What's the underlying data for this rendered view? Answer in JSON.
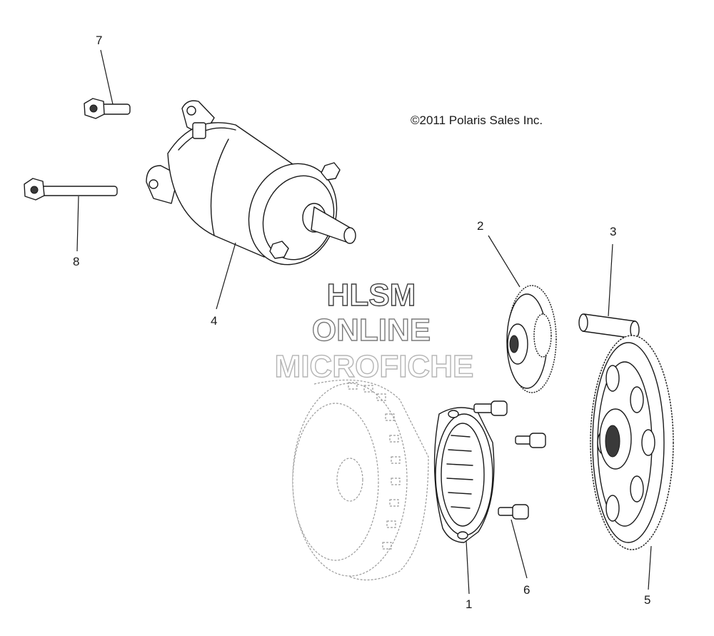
{
  "copyright": "©2011 Polaris Sales Inc.",
  "watermark": {
    "line1": "HLSM",
    "line2": "ONLINE",
    "line3": "MICROFICHE",
    "colors": [
      "#3c3c3c",
      "#7a7a7a",
      "#b4b4b4"
    ]
  },
  "callouts": [
    {
      "id": "1",
      "part": "starter-clutch"
    },
    {
      "id": "2",
      "part": "idler-gear"
    },
    {
      "id": "3",
      "part": "shaft-pin"
    },
    {
      "id": "4",
      "part": "starter-motor"
    },
    {
      "id": "5",
      "part": "starter-driven-gear"
    },
    {
      "id": "6",
      "part": "cap-screw"
    },
    {
      "id": "7",
      "part": "flange-bolt-short"
    },
    {
      "id": "8",
      "part": "flange-bolt-long"
    }
  ]
}
